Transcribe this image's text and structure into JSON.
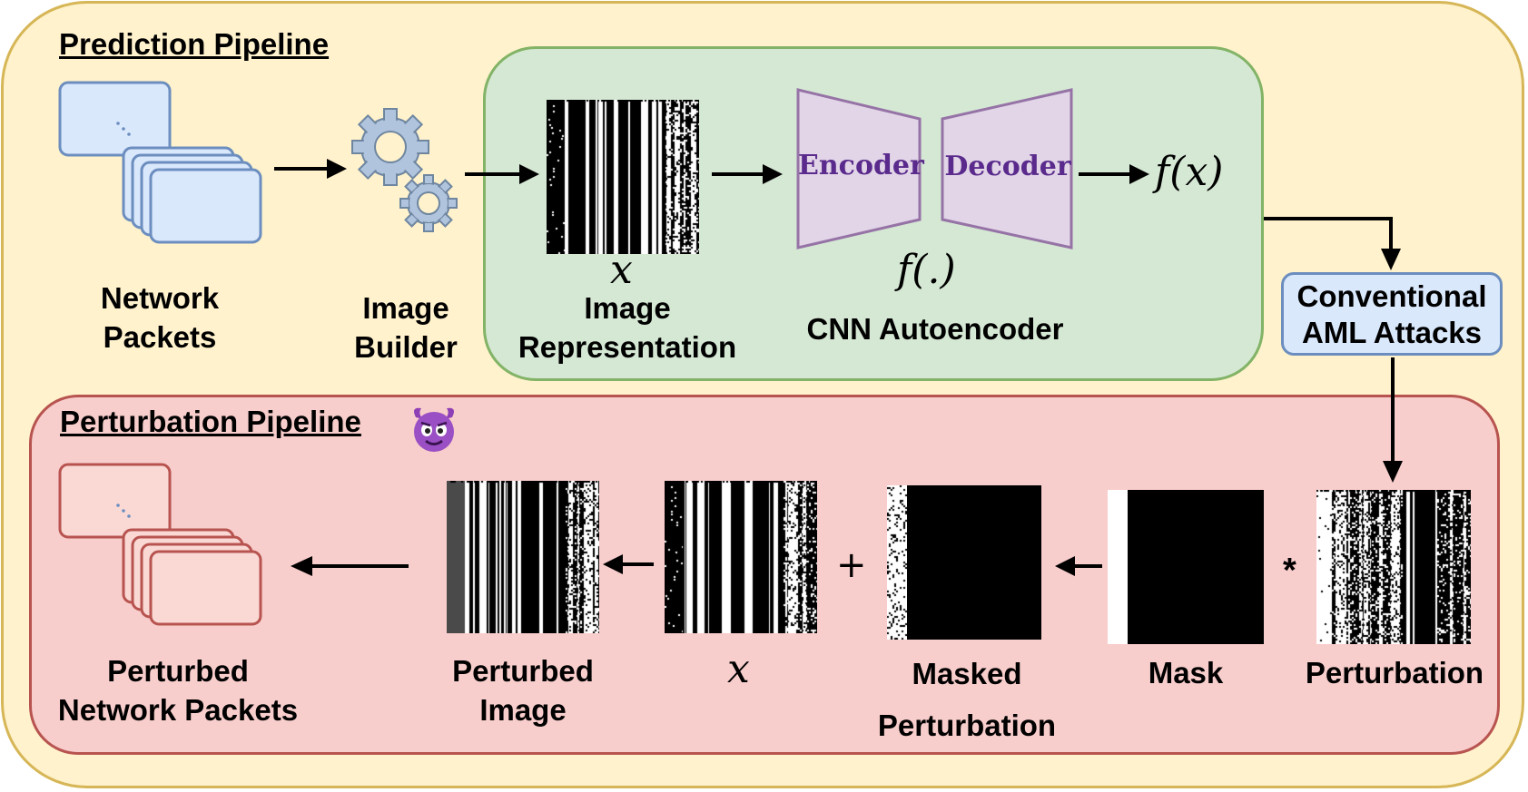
{
  "prediction": {
    "title": "Prediction Pipeline",
    "network_packets_label": "Network\nPackets",
    "image_builder_label": "Image\nBuilder",
    "x_symbol": "x",
    "image_representation_label": "Image\nRepresentation",
    "encoder_label": "Encoder",
    "decoder_label": "Decoder",
    "function_symbol": "f(.)",
    "output_symbol": "f(x)",
    "cnn_label": "CNN Autoencoder"
  },
  "attacks": {
    "label": "Conventional\nAML Attacks"
  },
  "perturbation": {
    "title": "Perturbation Pipeline",
    "devil_icon": "smiling-devil-emoji",
    "perturbed_packets_label": "Perturbed\nNetwork Packets",
    "perturbed_image_label": "Perturbed\nImage",
    "x_symbol": "x",
    "plus_symbol": "+",
    "masked_label": "Masked",
    "masked_label_2": "Perturbation",
    "mask_label": "Mask",
    "multiply_symbol": "*",
    "perturbation_label": "Perturbation"
  },
  "colors": {
    "outer_fill": "#fff2cc",
    "prediction_fill": "#d5e8d4",
    "perturbation_fill": "#f8cecc",
    "autoencoder_fill": "#e1d5e7",
    "autoencoder_text": "#5a2a8c",
    "packet_fill_blue": "#dae8fc",
    "packet_fill_red": "#fad9d5"
  }
}
